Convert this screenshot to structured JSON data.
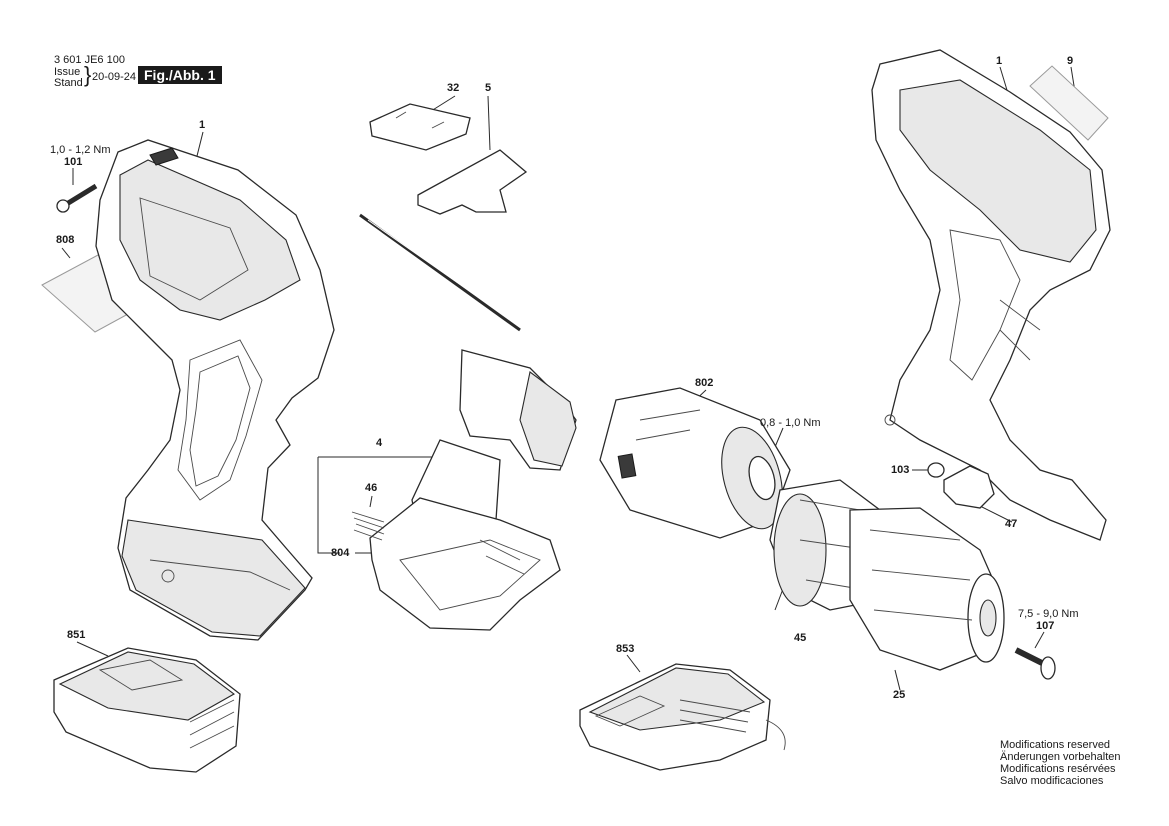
{
  "header": {
    "part_no": "3 601 JE6 100",
    "issue_label": "Issue",
    "stand_label": "Stand",
    "date": "20-09-24",
    "figure": "Fig./Abb. 1"
  },
  "callouts": [
    {
      "id": "1",
      "label": "1"
    },
    {
      "id": "1b",
      "label": "1"
    },
    {
      "id": "4",
      "label": "4"
    },
    {
      "id": "5",
      "label": "5"
    },
    {
      "id": "9",
      "label": "9"
    },
    {
      "id": "25",
      "label": "25"
    },
    {
      "id": "32",
      "label": "32"
    },
    {
      "id": "45",
      "label": "45"
    },
    {
      "id": "46",
      "label": "46"
    },
    {
      "id": "47",
      "label": "47"
    },
    {
      "id": "101",
      "label": "101"
    },
    {
      "id": "103",
      "label": "103"
    },
    {
      "id": "107",
      "label": "107"
    },
    {
      "id": "802",
      "label": "802"
    },
    {
      "id": "804",
      "label": "804"
    },
    {
      "id": "808",
      "label": "808"
    },
    {
      "id": "851",
      "label": "851"
    },
    {
      "id": "853",
      "label": "853"
    }
  ],
  "torques": {
    "screw_101": "1,0 - 1,2 Nm",
    "motor_802": "0,8 - 1,0 Nm",
    "screw_107": "7,5 - 9,0 Nm"
  },
  "modifications": {
    "en": "Modifications reserved",
    "de": "Änderungen vorbehalten",
    "fr": "Modifications resérvées",
    "es": "Salvo modificaciones"
  }
}
